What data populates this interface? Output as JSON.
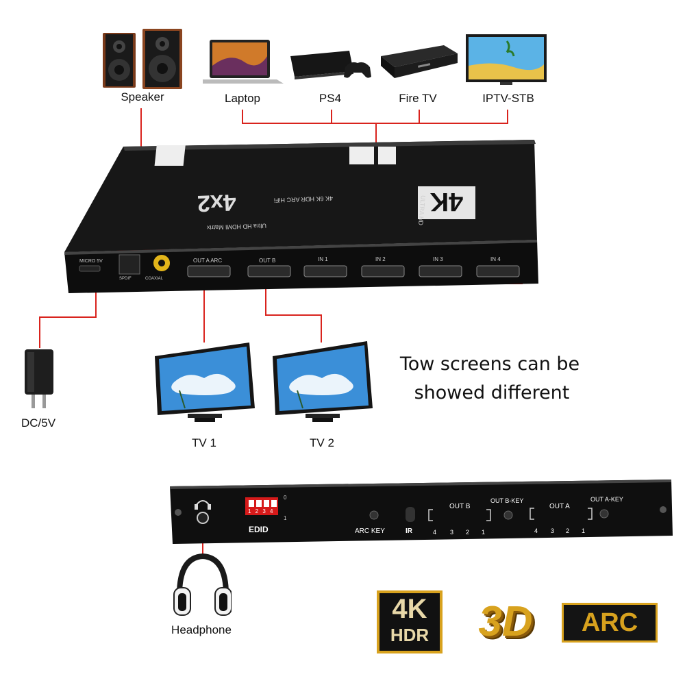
{
  "devices": {
    "speaker": "Speaker",
    "laptop": "Laptop",
    "ps4": "PS4",
    "firetv": "Fire TV",
    "iptv": "IPTV-STB",
    "dc": "DC/5V",
    "tv1": "TV 1",
    "tv2": "TV 2",
    "headphone": "Headphone"
  },
  "tagline": {
    "line1": "Tow screens can be",
    "line2": "showed different"
  },
  "front_panel": {
    "micro": "MICRO 5V",
    "spdif": "SPDIF",
    "coaxial": "COAXIAL",
    "out_a_arc": "OUT A ARC",
    "out_b": "OUT B",
    "in1": "IN 1",
    "in2": "IN 2",
    "in3": "IN 3",
    "in4": "IN 4",
    "top_text": "Ultra HD HDMI Matrix",
    "top_sub": "4K 6K HDR ARC HiFi",
    "model": "4x2",
    "brand": "ULTRA HD"
  },
  "back_panel": {
    "edid": "EDID",
    "dip_numbers": "1 2 3 4",
    "dip_0": "0",
    "dip_1": "1",
    "arc_key": "ARC KEY",
    "ir": "IR",
    "out_b": "OUT B",
    "out_b_key": "OUT B-KEY",
    "out_a": "OUT A",
    "out_a_key": "OUT A-KEY",
    "leds_b": [
      "4",
      "3",
      "2",
      "1"
    ],
    "leds_a": [
      "4",
      "3",
      "2",
      "1"
    ]
  },
  "badges": {
    "badge_4k": "4K",
    "badge_hdr": "HDR",
    "badge_3d": "3D",
    "badge_arc": "ARC"
  },
  "colors": {
    "wire": "#d9231d",
    "device": "#141414",
    "gold": "#d8a21e"
  }
}
